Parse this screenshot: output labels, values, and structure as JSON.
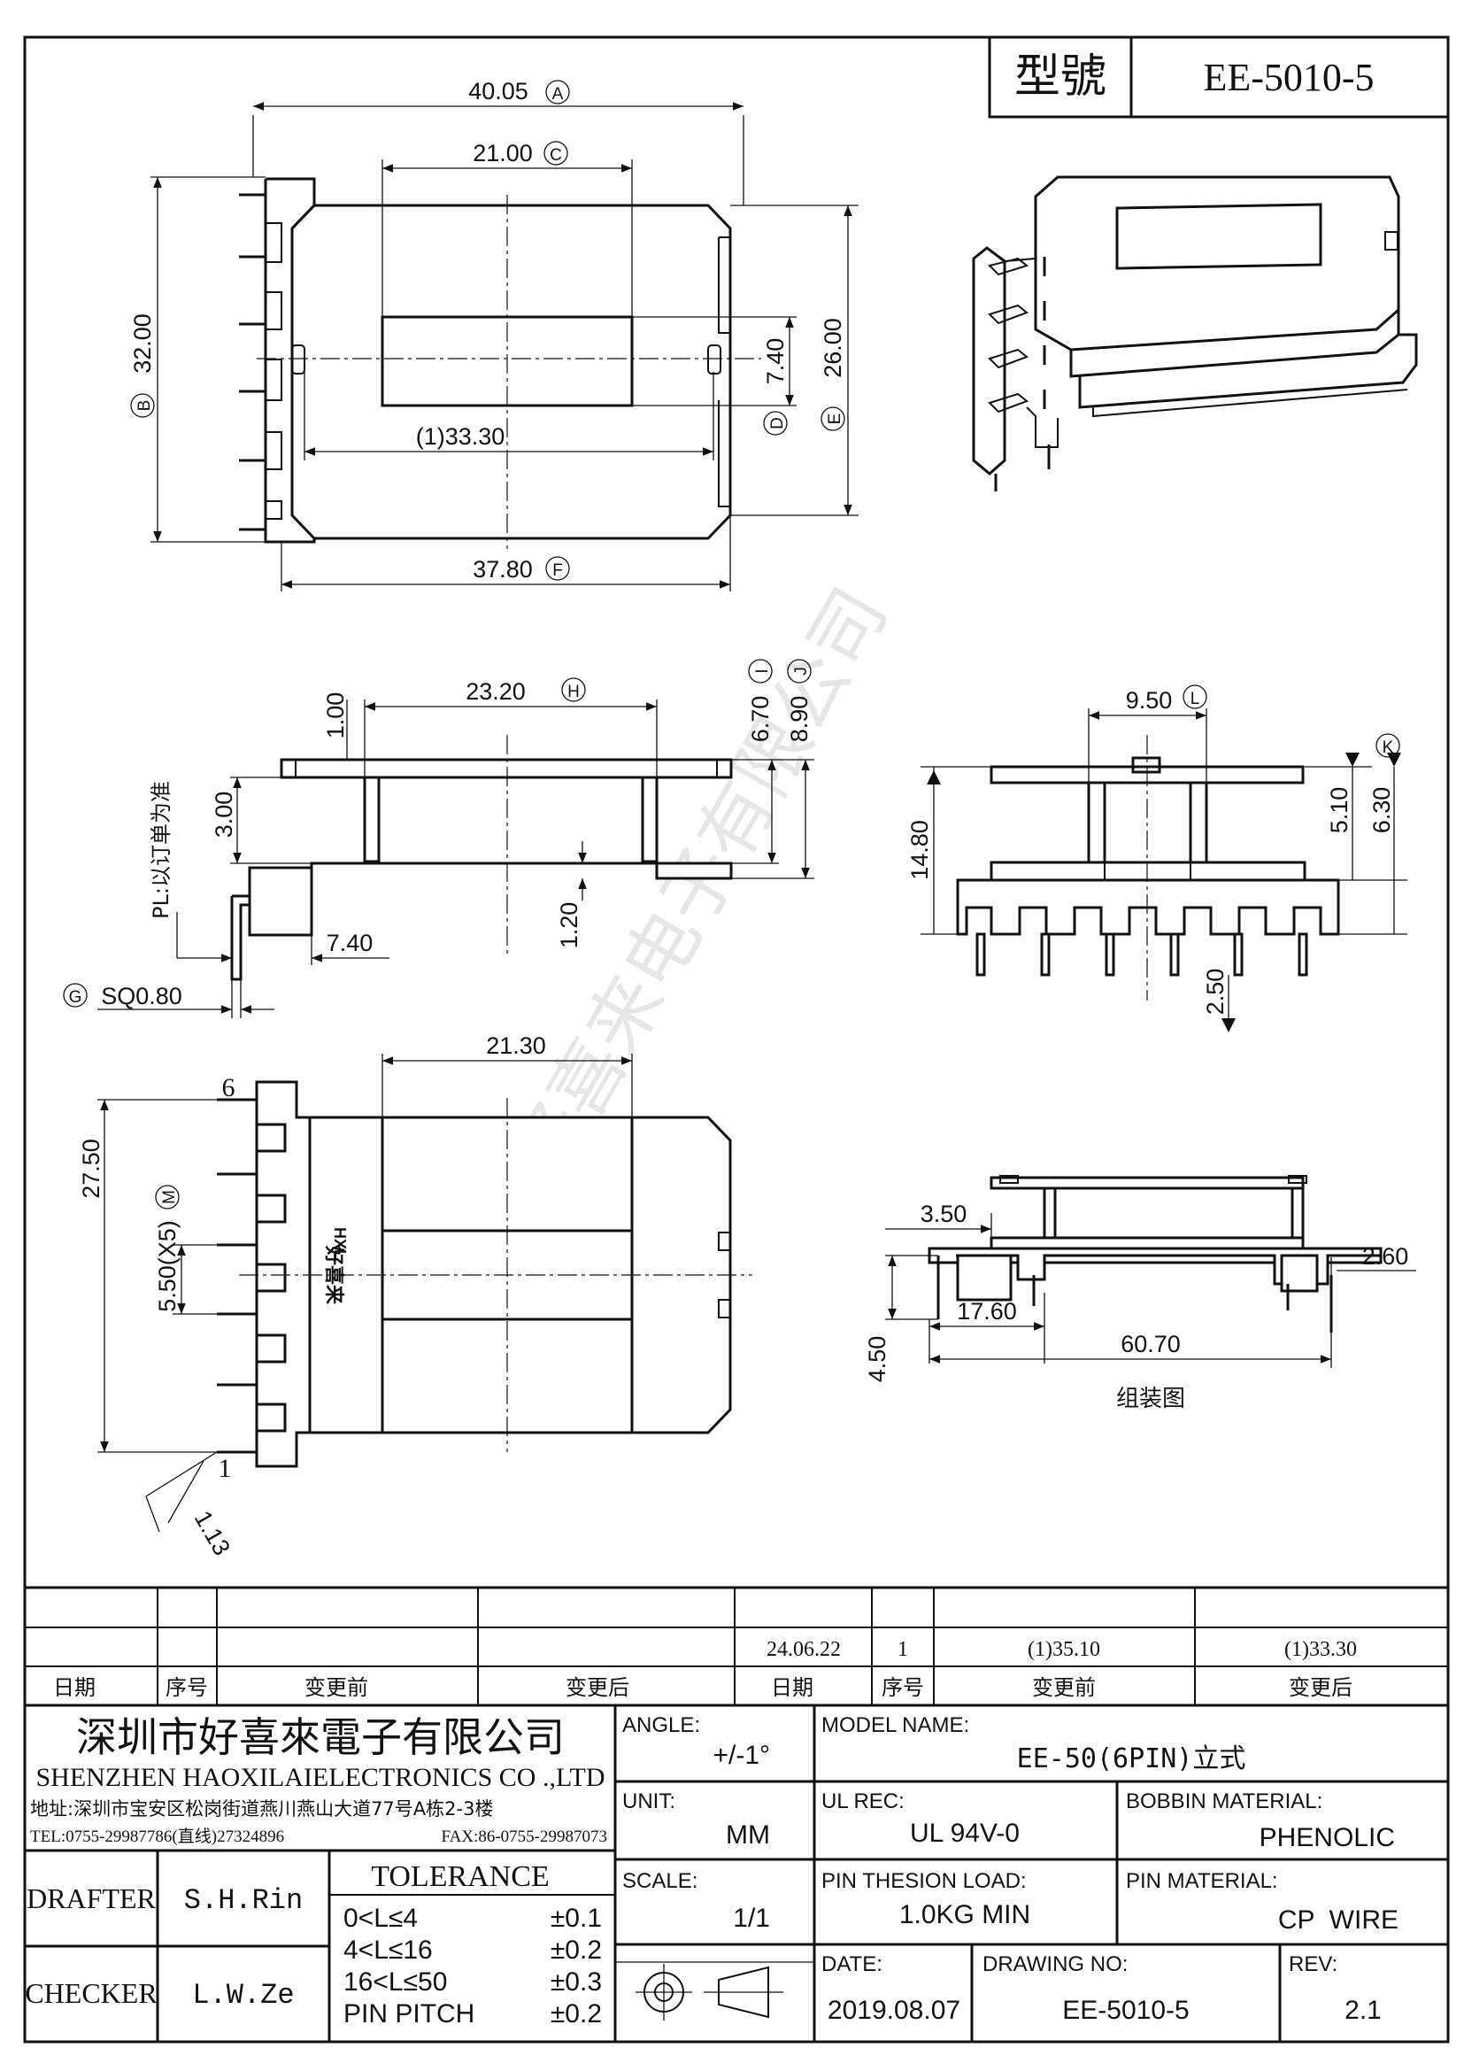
{
  "part_number": "EE-5010-5",
  "title_label": "型號",
  "top_view": {
    "dim_overall_width": "40.05",
    "dim_overall_width_mark": "A",
    "dim_window": "21.00",
    "dim_window_mark": "C",
    "dim_height": "32.00",
    "dim_height_mark": "B",
    "dim_slot": "(1)33.30",
    "dim_core": "7.40",
    "dim_core_mark": "D",
    "dim_flange": "26.00",
    "dim_flange_mark": "E",
    "dim_base": "37.80",
    "dim_base_mark": "F"
  },
  "front_view": {
    "dim_top": "1.00",
    "dim_length": "23.20",
    "dim_length_mark": "H",
    "dim_h1": "6.70",
    "dim_h1_mark": "I",
    "dim_h2": "8.90",
    "dim_h2_mark": "J",
    "dim_flange_t": "3.00",
    "dim_wall": "1.20",
    "dim_pin_offset": "7.40",
    "pin_size": "SQ0.80",
    "pin_size_mark": "G",
    "note": "PL:以订单为准"
  },
  "side_view": {
    "dim_width": "9.50",
    "dim_width_mark": "L",
    "dim_flange_dia": "14.80",
    "dim_a": "5.10",
    "dim_b": "6.30",
    "dim_b_mark": "K",
    "dim_pin_len": "2.50"
  },
  "bottom_view": {
    "dim_width": "21.30",
    "dim_span": "27.50",
    "dim_pitch": "5.50(X5)",
    "dim_pitch_mark": "M",
    "pin_first": "1",
    "pin_last": "6",
    "dim_chamfer": "1.13",
    "marking": "好喜来",
    "marking_side": "HXL"
  },
  "assembly_view": {
    "dim_a": "3.50",
    "dim_b": "2.60",
    "dim_c": "17.60",
    "dim_d": "60.70",
    "dim_e": "4.50",
    "caption": "组装图"
  },
  "watermark": "深圳市好喜来电子有限公司",
  "revision": {
    "rows": [
      {
        "date": "",
        "seq": "",
        "before": "",
        "after": ""
      },
      {
        "date": "",
        "seq": "",
        "before": "",
        "after": ""
      }
    ],
    "right_row": {
      "date": "24.06.22",
      "seq": "1",
      "before": "(1)35.10",
      "after": "(1)33.30"
    },
    "headers": {
      "date": "日期",
      "seq": "序号",
      "before": "变更前",
      "after": "变更后"
    }
  },
  "company": {
    "name_cn": "深圳市好喜來電子有限公司",
    "name_en": "SHENZHEN HAOXILAIELECTRONICS CO .,LTD",
    "address": "地址:深圳市宝安区松岗街道燕川燕山大道77号A栋2-3楼",
    "tel": "TEL:0755-29987786(直线)27324896",
    "fax": "FAX:86-0755-29987073"
  },
  "title_block": {
    "angle_label": "ANGLE:",
    "angle_value": "+/-1°",
    "unit_label": "UNIT:",
    "unit_value": "MM",
    "scale_label": "SCALE:",
    "scale_value": "1/1",
    "model_name_label": "MODEL NAME:",
    "model_name_value": "EE-50(6PIN)立式",
    "ul_rec_label": "UL REC:",
    "ul_rec_value": "UL 94V-0",
    "bobbin_material_label": "BOBBIN MATERIAL:",
    "bobbin_material_value": "PHENOLIC",
    "pin_load_label": "PIN THESION LOAD:",
    "pin_load_value": "1.0KG MIN",
    "pin_material_label": "PIN MATERIAL:",
    "pin_material_value": "CP  WIRE",
    "date_label": "DATE:",
    "date_value": "2019.08.07",
    "drawing_no_label": "DRAWING NO:",
    "drawing_no_value": "EE-5010-5",
    "rev_label": "REV:",
    "rev_value": "2.1",
    "drafter_label": "DRAFTER",
    "drafter_value": "S.H.Rin",
    "checker_label": "CHECKER",
    "checker_value": "L.W.Ze",
    "tolerance_title": "TOLERANCE",
    "tolerance_rows": [
      {
        "range": "0<L≤4",
        "tol": "±0.1"
      },
      {
        "range": "4<L≤16",
        "tol": "±0.2"
      },
      {
        "range": "16<L≤50",
        "tol": "±0.3"
      },
      {
        "range": "PIN PITCH",
        "tol": "±0.2"
      }
    ]
  }
}
